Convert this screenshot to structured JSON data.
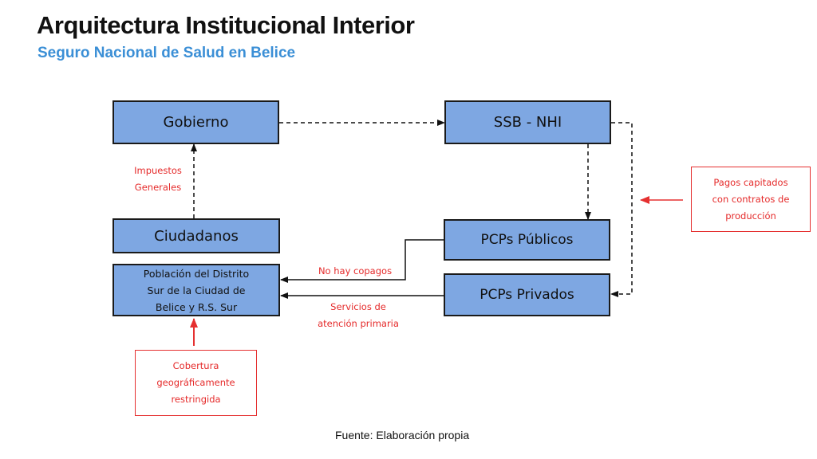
{
  "header": {
    "title": "Arquitectura Institucional Interior",
    "subtitle": "Seguro Nacional de Salud en Belice"
  },
  "nodes": {
    "gobierno": "Gobierno",
    "ssb": "SSB - NHI",
    "ciudadanos": "Ciudadanos",
    "poblacion": [
      "Población del Distrito",
      "Sur de la Ciudad de",
      "Belice y R.S. Sur"
    ],
    "pcps_publicos": "PCPs Públicos",
    "pcps_privados": "PCPs Privados"
  },
  "labels": {
    "impuestos": [
      "Impuestos",
      "Generales"
    ],
    "no_copagos": "No hay copagos",
    "servicios": [
      "Servicios de",
      "atención primaria"
    ]
  },
  "callouts": {
    "pagos": [
      "Pagos capitados",
      "con contratos de",
      "producción"
    ],
    "cobertura": [
      "Cobertura",
      "geográficamente",
      "restringida"
    ]
  },
  "footer": {
    "source": "Fuente: Elaboración propia"
  },
  "colors": {
    "box_fill": "#7ea7e2",
    "accent_red": "#e52a2a",
    "subtitle_blue": "#3b8fd6"
  }
}
